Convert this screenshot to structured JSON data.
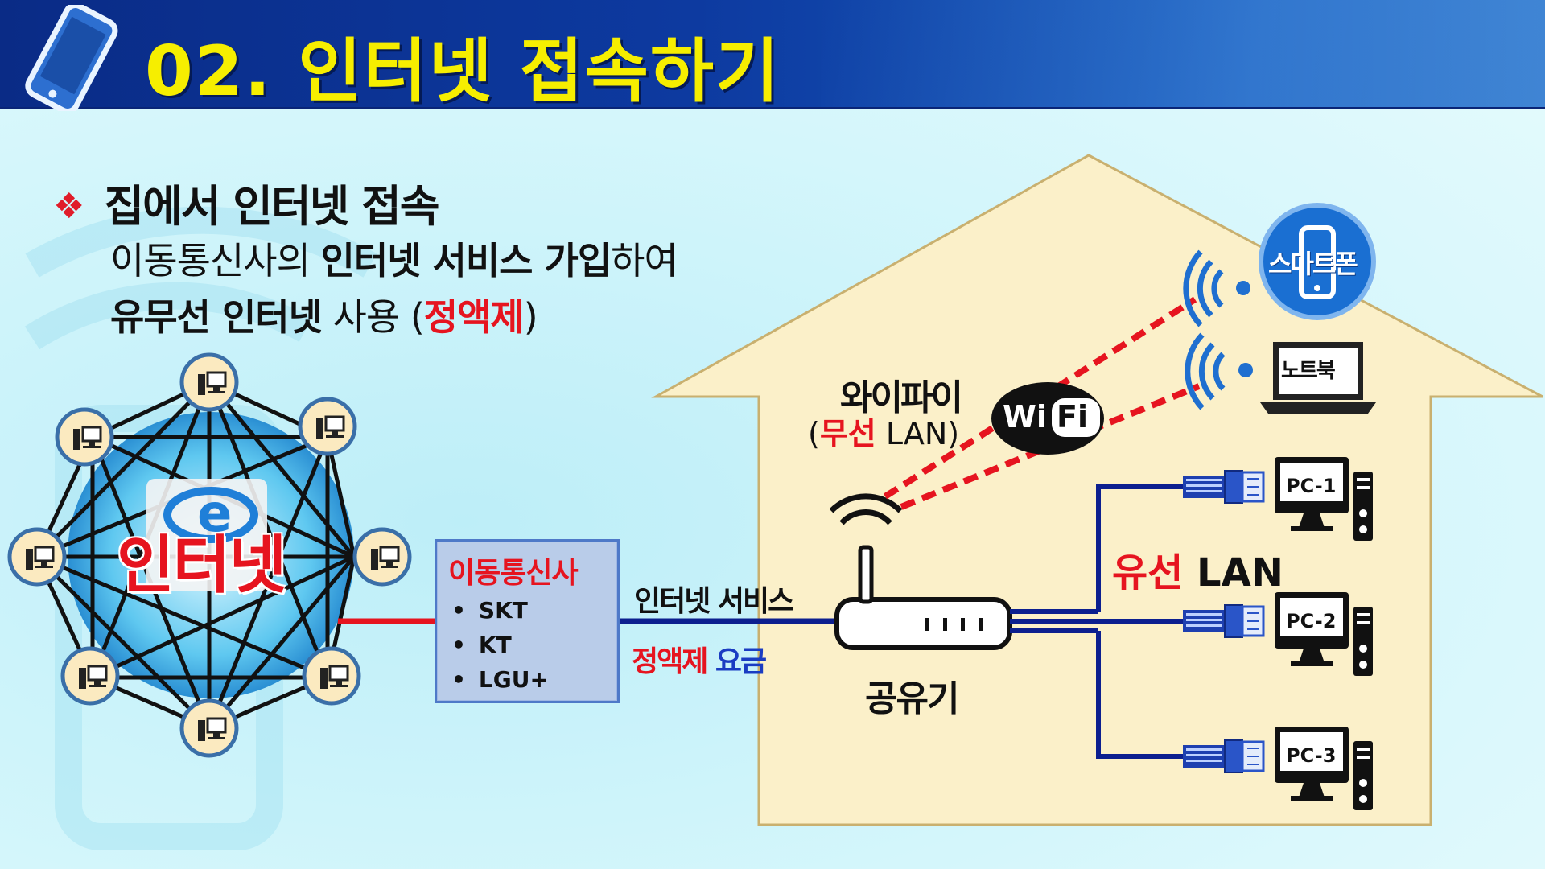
{
  "header": {
    "title": "02. 인터넷 접속하기",
    "logo_icon": "smartphone-icon"
  },
  "bullet": {
    "marker": "❖",
    "heading": "집에서 인터넷 접속"
  },
  "description": {
    "line1_part1": "이동통신사의 ",
    "line1_bold": "인터넷 서비스 가입",
    "line1_part2": "하여",
    "line2_bold": "유무선 인터넷",
    "line2_part1": " 사용 (",
    "line2_red": "정액제",
    "line2_part2": ")"
  },
  "internet_node": {
    "label": "인터넷",
    "icon": "browser-icon"
  },
  "carrier": {
    "title": "이동통신사",
    "items": [
      "SKT",
      "KT",
      "LGU+"
    ]
  },
  "link_labels": {
    "service": "인터넷 서비스",
    "fee_red": "정액제",
    "fee_blue": " 요금"
  },
  "router": {
    "label": "공유기"
  },
  "wifi": {
    "title": "와이파이",
    "sub_open": "(",
    "sub_red": "무선",
    "sub_rest": " LAN)",
    "badge_left": "Wi",
    "badge_right": "Fi"
  },
  "wired": {
    "label_red": "유선",
    "label_rest": " LAN"
  },
  "devices": {
    "smartphone": "스마트폰",
    "notebook": "노트북",
    "pcs": [
      "PC-1",
      "PC-2",
      "PC-3"
    ]
  },
  "colors": {
    "header_blue": "#0d3aa0",
    "title_yellow": "#f6ee00",
    "accent_red": "#e6141f",
    "cable_blue": "#0c1f8f",
    "house_fill": "#fbf0c9"
  }
}
